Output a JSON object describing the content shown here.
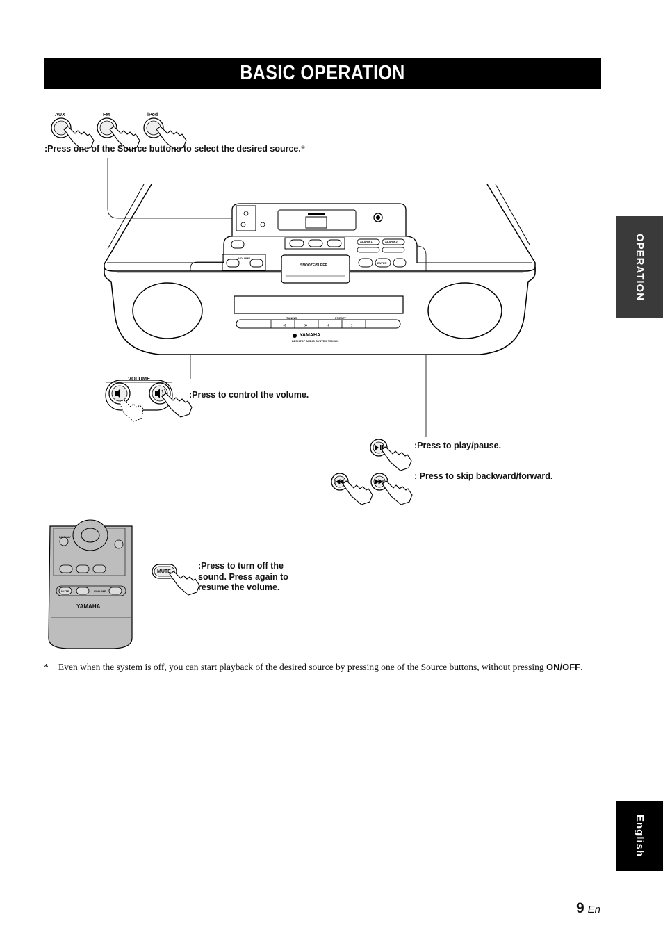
{
  "header": {
    "title": "BASIC OPERATION"
  },
  "side_tabs": {
    "section": "OPERATION",
    "language": "English"
  },
  "source_buttons": {
    "aux": "AUX",
    "fm": "FM",
    "ipod": "iPod"
  },
  "instructions": {
    "source": ":Press one of the Source buttons to select the desired source.",
    "source_mark": "*",
    "volume_heading": "VOLUME",
    "volume": ":Press to control the volume.",
    "play": ":Press to play/pause.",
    "skip": ": Press to skip backward/forward.",
    "mute_button": "MUTE",
    "mute": ":Press to turn off the sound. Press again to resume the volume."
  },
  "unit_labels": {
    "volume": "VOLUME",
    "snooze": "SNOOZE/SLEEP",
    "alarm1": "ALARM 1",
    "alarm2": "ALARM 2",
    "enter": "ENTER",
    "tuning": "TUNING",
    "preset": "PRESET",
    "brand": "YAMAHA",
    "model": "DESKTOP AUDIO SYSTEM TSX-120"
  },
  "remote_labels": {
    "display": "DISPLAY",
    "mute": "MUTE",
    "volume": "VOLUME",
    "brand": "YAMAHA"
  },
  "footnote": {
    "mark": "*",
    "text": "Even when the system is off, you can start playback of the desired source by pressing one of the Source buttons, without pressing ",
    "bold": "ON/OFF",
    "end": "."
  },
  "page": {
    "number": "9",
    "lang": "En"
  }
}
